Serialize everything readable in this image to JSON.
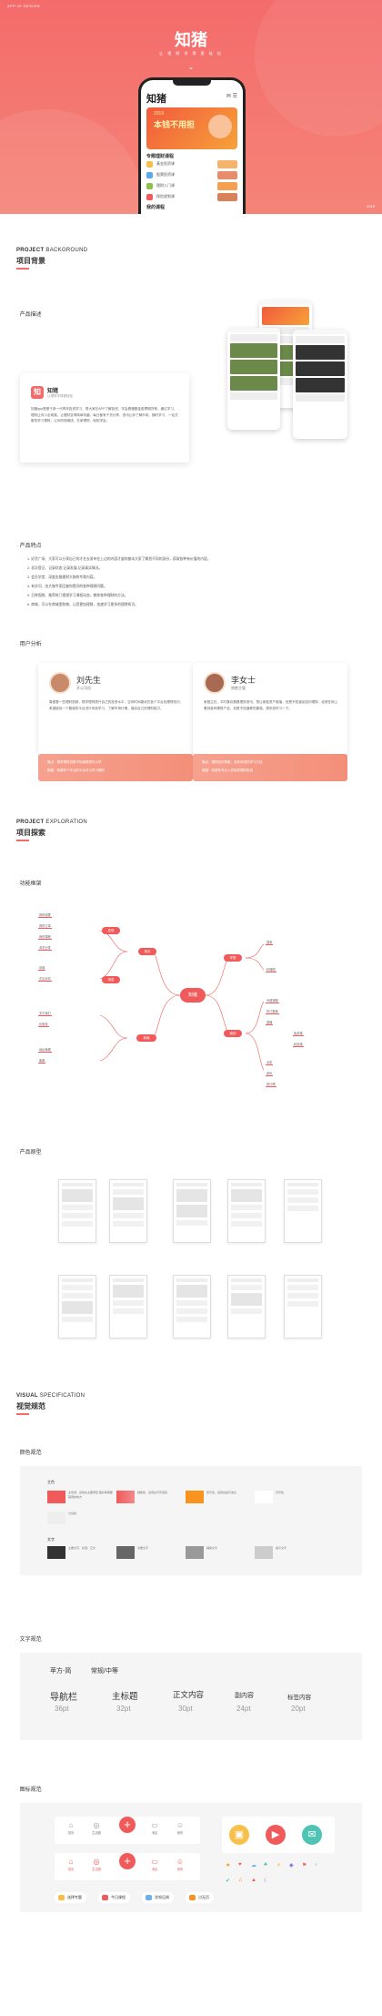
{
  "hero": {
    "top_label": "APP UI DESIGN",
    "title": "知猪",
    "subtitle": "让 理 财 学 得 更 轻 松",
    "corner": "2019",
    "phone": {
      "title": "知猪",
      "banner_year": "2019",
      "banner_text": "本钱不用担",
      "section": "专题理财课程",
      "rows": [
        "基金投资课",
        "股票投资课",
        "理财入门课",
        "保险规划课"
      ],
      "section2": "我的课程"
    }
  },
  "background": {
    "en_bold": "PROJECT",
    "en_rest": "BACKGROUND",
    "cn": "项目背景",
    "desc_heading": "产品描述",
    "card": {
      "logo": "知",
      "name": "知猪",
      "tagline": "让理财学得更轻松",
      "text": "知猪app是基于新一代青年投资学习，帮大家在APP了解投资，学会看懂基金股票期货等。通过学习，理财让你少走弯路，让理财变得简单有趣，每日都有干货分享，资讯让你了解市场，随时学习，一站式服务学习理财，让你的钱赚钱，在家理财，轻松学会。"
    }
  },
  "features": {
    "heading": "产品特点",
    "items": [
      "1. 好货广场、大家可以分享自己的才艺去发布在上边的内容才量的基本大家了解到不同的身份，获取各种有价值的内容。",
      "2. 初次登记、记录状态,记录发展,记录真实情况。",
      "3. 会员学堂、深度金融理财大咖的专属内容。",
      "4. 有学问、由大咖专家回复你提问的各种理财问题。",
      "5. 日常视频、推荐热门视频学习课程动态，教你各种理财的方法。",
      "6. 商城、可以在商城里购物，让您更加理财，加速学习更多的理财知识。"
    ]
  },
  "users": {
    "heading": "用户分析",
    "personas": [
      {
        "name": "刘先生",
        "role": "开公司员",
        "desc": "喜爱看一些理财视频，想学理财提升自己的投资水平，空闲时间喜欢在各个平台找理财知识，希望能找一个靠谱的平台进行系统学习，了解市场行情，增加自己的理财能力。",
        "pain": [
          "痛点：想学理财但是不知道哪里可以学",
          "期望：希望有个专业的平台可以学习理财"
        ]
      },
      {
        "name": "李女士",
        "role": "销售主管",
        "desc": "家庭主妇，平时喜欢看看理财资讯，想让家庭资产增值，但是不知道该如何理财，经常在网上看到各种理财产品，但是不知道哪些靠谱，想系统学习一下。",
        "pain": [
          "痛点：理财知识零散，没有系统的学习方法",
          "期望：希望有专业人员指导理财投资"
        ]
      }
    ]
  },
  "exploration": {
    "en_bold": "PROJECT",
    "en_rest": "EXPLORATION",
    "cn": "项目探索",
    "map_heading": "功能框架",
    "proto_heading": "产品原型",
    "center": "知猪",
    "nodes": [
      "首页",
      "学堂",
      "我的",
      "商城",
      "发现",
      "消息"
    ],
    "leaves_left": [
      "我的收藏",
      "我的订单",
      "我的课程",
      "浏览记录",
      "设置",
      "意见反馈",
      "关于我们",
      "优惠券",
      "地址管理",
      "客服"
    ],
    "leaves_right": [
      "搜索",
      "轮播图",
      "专题课程",
      "热门推荐",
      "直播",
      "免费课",
      "精品课",
      "问答",
      "资讯",
      "排行榜"
    ]
  },
  "visual": {
    "en_bold": "VISUAL",
    "en_rest": "SPECIFICATION",
    "cn": "视觉规范",
    "color_heading": "颜色规范",
    "main_label": "主色",
    "text_label": "文字",
    "main_colors": [
      {
        "color": "#f05a5a",
        "desc": "主色调，运用在主要按钮 图标等需要强调的地方"
      },
      {
        "color": "#f38a8a",
        "desc": "辅助色，运用在背景渐变"
      },
      {
        "color": "#f7931e",
        "desc": "警示色，运用在提示信息"
      },
      {
        "color": "#ffffff",
        "desc": "背景色"
      },
      {
        "color": "#f2f2f2",
        "desc": "分割线"
      }
    ],
    "text_colors": [
      {
        "color": "#333333",
        "desc": "主要文字，标题，正文"
      },
      {
        "color": "#666666",
        "desc": "次要文字"
      },
      {
        "color": "#999999",
        "desc": "辅助文字"
      },
      {
        "color": "#cccccc",
        "desc": "提示文字"
      }
    ]
  },
  "typography": {
    "heading": "文字规范",
    "font_name": "苹方-简",
    "font_weight": "常规/中等",
    "styles": [
      {
        "name": "导航栏",
        "size": "36pt"
      },
      {
        "name": "主标题",
        "size": "32pt"
      },
      {
        "name": "正文内容",
        "size": "30pt"
      },
      {
        "name": "副内容",
        "size": "24pt"
      },
      {
        "name": "标签内容",
        "size": "20pt"
      }
    ]
  },
  "icons": {
    "heading": "图标规范",
    "tabs": [
      "首页",
      "生活圈",
      "",
      "消息",
      "我的"
    ],
    "pills": [
      "选择专题",
      "今日课程",
      "学知见闻",
      "讨无页"
    ]
  }
}
